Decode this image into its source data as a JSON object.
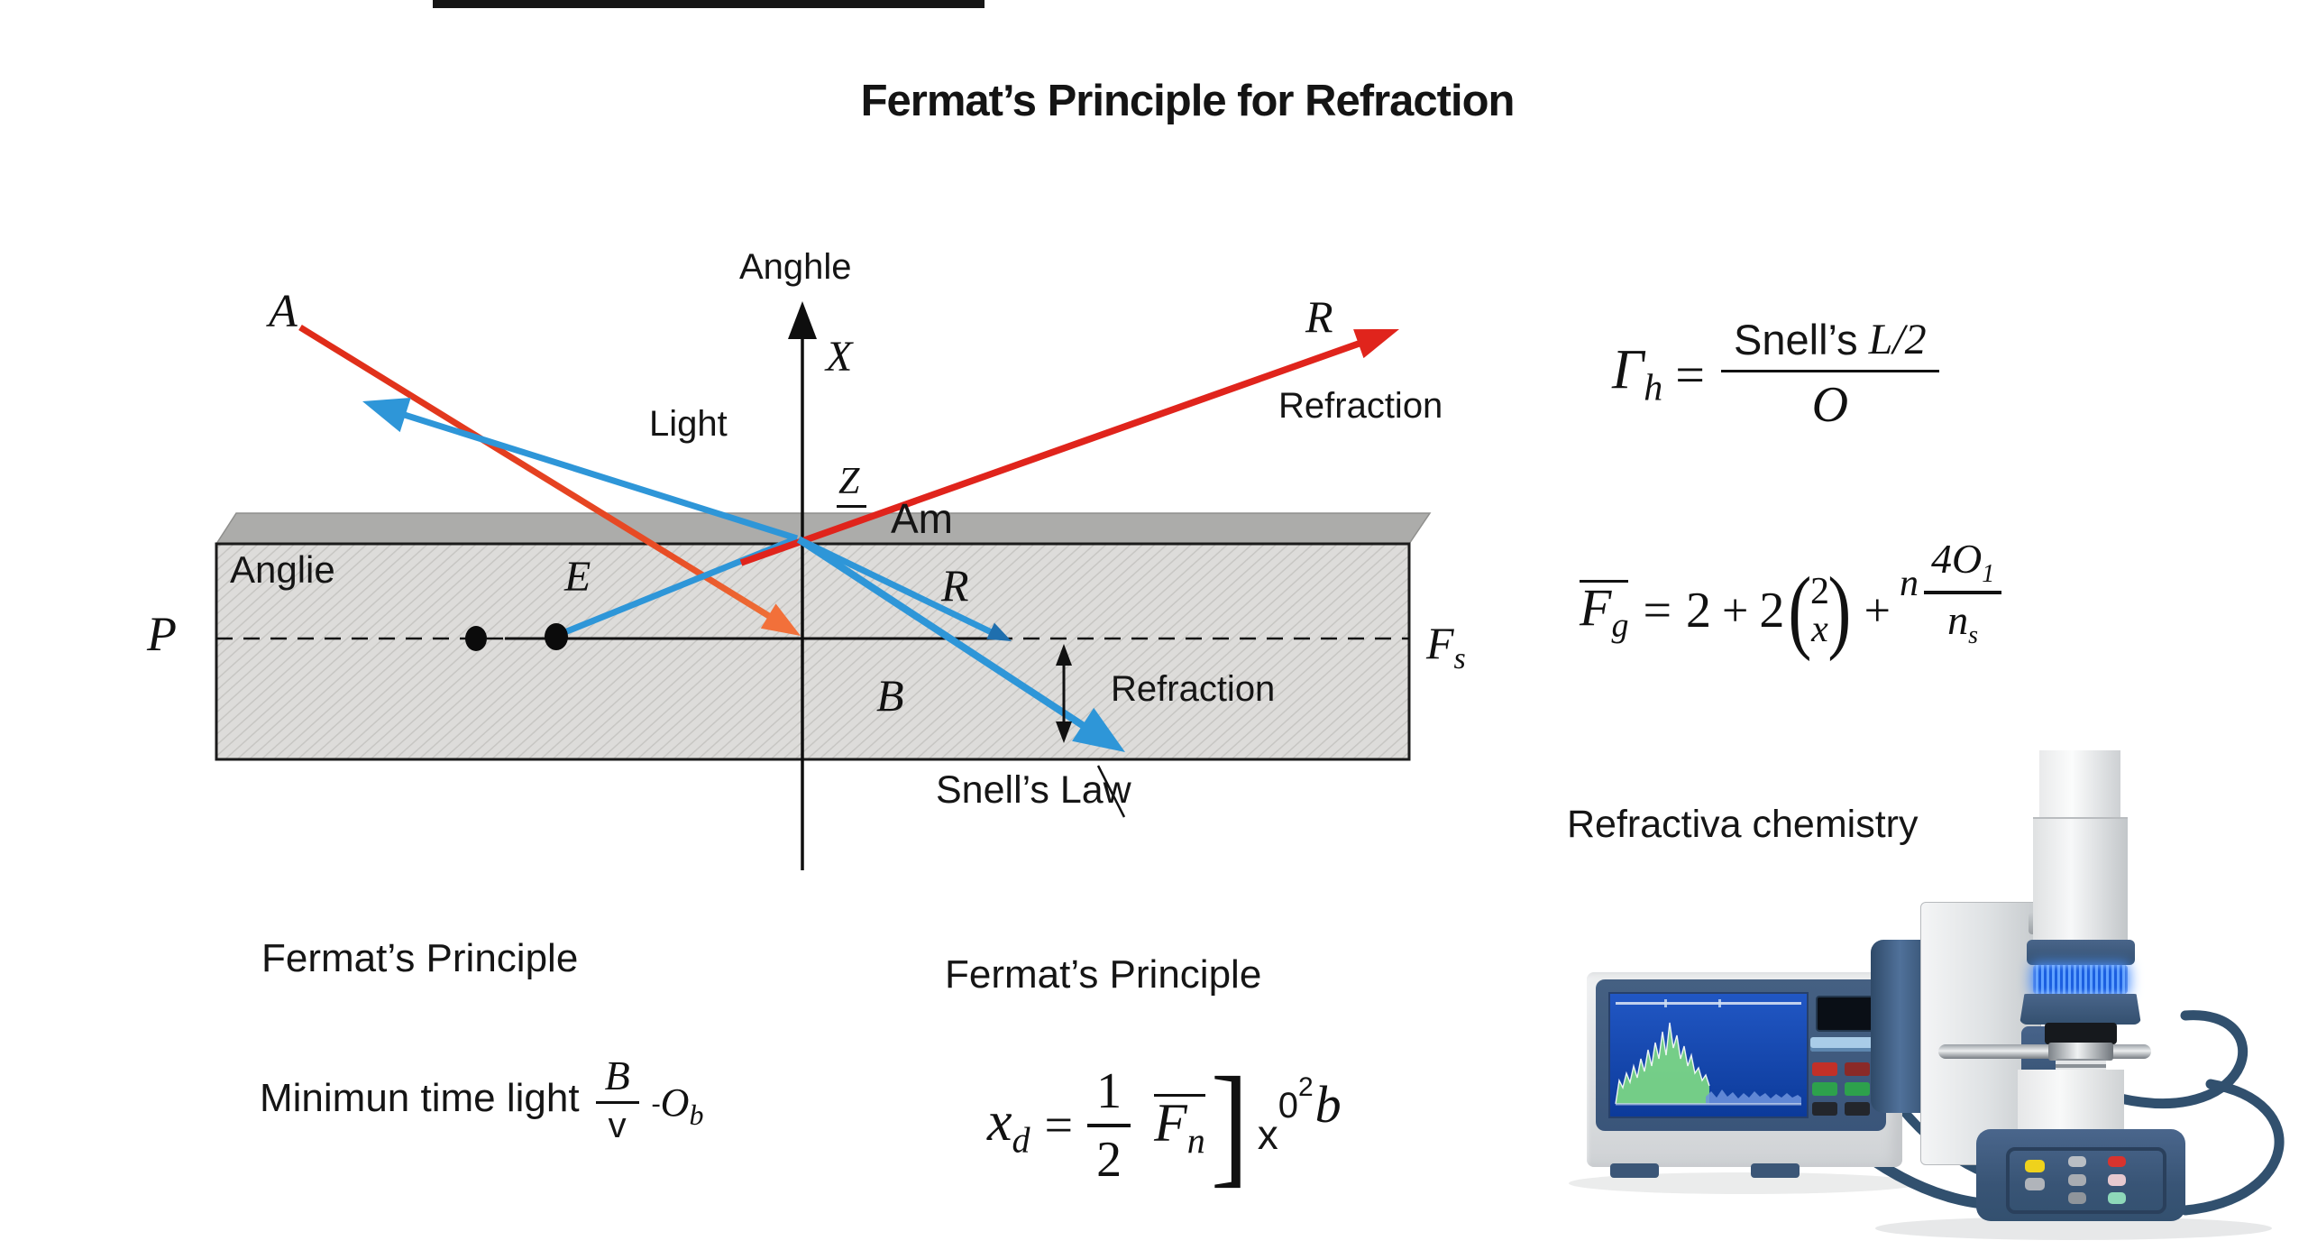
{
  "title": "Fermat’s Principle for Refraction",
  "diagram": {
    "anghle": "Anghle",
    "x_axis": "X",
    "z": "Z",
    "am": "Am",
    "a_point": "A",
    "light": "Light",
    "r_top": "R",
    "refraction_top": "Refraction",
    "anglie": "Anglie",
    "p_point": "P",
    "e_point": "E",
    "r_inner": "R",
    "b_point": "B",
    "refraction_inner": "Refraction",
    "f_point": "F",
    "f_sub": "s",
    "snells_law": "Snell’s Law"
  },
  "formula_snell": {
    "lhs": "Γ",
    "lhs_sub": "h",
    "equals": "=",
    "numerator_word": "Snell’s",
    "numerator_math": "L/2",
    "denominator": "O"
  },
  "formula_fg": {
    "lhs": "F",
    "lhs_sub": "g",
    "equals": "=",
    "term1": "2",
    "plus1": "+",
    "coef": "2",
    "paren_open": "(",
    "binom_top": "2",
    "binom_bottom": "x",
    "paren_close": ")",
    "plus2": "+",
    "exponent": "n",
    "frac_num": "4O",
    "frac_num_sub": "1",
    "frac_den": "n",
    "frac_den_sub": "s"
  },
  "left_block": {
    "heading": "Fermat’s Principle",
    "sentence": "Minimun time light",
    "frac_num": "B",
    "frac_den": "v",
    "dash": "-",
    "o_term": "O",
    "o_sub": "b"
  },
  "center_block": {
    "heading": "Fermat’s Principle",
    "lhs": "x",
    "lhs_sub": "d",
    "equals": "=",
    "frac_num": "1",
    "frac_den": "2",
    "f_term": "F",
    "f_sub": "n",
    "bracket": "]",
    "x_term": "x",
    "sup_zero": "0",
    "sup_two": "2",
    "b_term": "b"
  },
  "instrument": {
    "caption": "Refractiva chemistry"
  },
  "colors": {
    "ray_red": "#e0241c",
    "ray_orange": "#f2703a",
    "ray_blue": "#2e96d8",
    "navy": "#3d5878",
    "glow_blue": "#2f7bff",
    "screen_blue": "#1a4fb4",
    "spectrum_green": "#7fdd84"
  }
}
